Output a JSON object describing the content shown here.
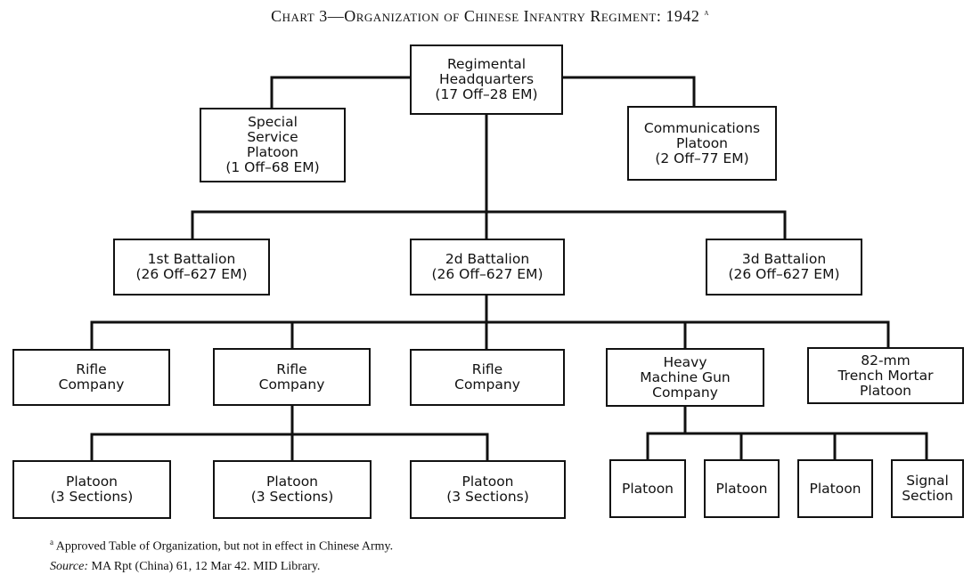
{
  "title": "Chart 3—Organization of Chinese Infantry Regiment: 1942",
  "title_marker": "a",
  "nodes": {
    "hq": [
      "Regimental",
      "Headquarters",
      "(17 Off–28 EM)"
    ],
    "special_service": [
      "Special",
      "Service",
      "Platoon",
      "(1 Off–68 EM)"
    ],
    "communications": [
      "Communications",
      "Platoon",
      "(2 Off–77 EM)"
    ],
    "bn1": [
      "1st Battalion",
      "(26 Off–627 EM)"
    ],
    "bn2": [
      "2d Battalion",
      "(26 Off–627 EM)"
    ],
    "bn3": [
      "3d Battalion",
      "(26 Off–627 EM)"
    ],
    "rifle1": [
      "Rifle",
      "Company"
    ],
    "rifle2": [
      "Rifle",
      "Company"
    ],
    "rifle3": [
      "Rifle",
      "Company"
    ],
    "hmg": [
      "Heavy",
      "Machine Gun",
      "Company"
    ],
    "mortar": [
      "82-mm",
      "Trench Mortar",
      "Platoon"
    ],
    "plt1": [
      "Platoon",
      "(3 Sections)"
    ],
    "plt2": [
      "Platoon",
      "(3 Sections)"
    ],
    "plt3": [
      "Platoon",
      "(3 Sections)"
    ],
    "mg_plt1": [
      "Platoon"
    ],
    "mg_plt2": [
      "Platoon"
    ],
    "mg_plt3": [
      "Platoon"
    ],
    "signal": [
      "Signal",
      "Section"
    ]
  },
  "footnote": {
    "marker": "a",
    "note": "Approved Table of Organization, but not in effect in Chinese Army.",
    "source_label": "Source:",
    "source_text": "MA Rpt (China) 61, 12 Mar 42. MID Library."
  }
}
